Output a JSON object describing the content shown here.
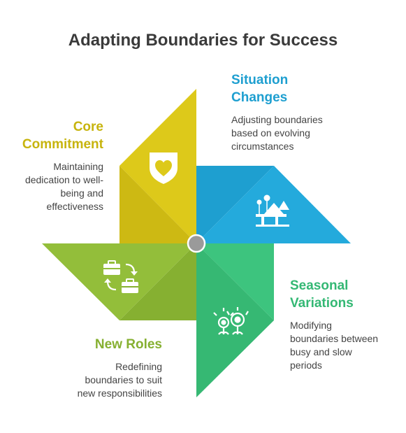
{
  "title": "Adapting Boundaries for Success",
  "colors": {
    "core": "#DDC91A",
    "situation": "#24AADC",
    "seasonal": "#3DC47E",
    "roles": "#93BE3A",
    "hub": "#9a9a9a",
    "icon": "#ffffff"
  },
  "sections": {
    "situation": {
      "heading_line1": "Situation",
      "heading_line2": "Changes",
      "desc_line1": "Adjusting boundaries",
      "desc_line2": "based on evolving",
      "desc_line3": "circumstances",
      "icon": "landscape-icon"
    },
    "core": {
      "heading_line1": "Core",
      "heading_line2": "Commitment",
      "desc_line1": "Maintaining",
      "desc_line2": "dedication to well-",
      "desc_line3": "being and",
      "desc_line4": "effectiveness",
      "icon": "shield-heart-icon"
    },
    "seasonal": {
      "heading_line1": "Seasonal",
      "heading_line2": "Variations",
      "desc_line1": "Modifying",
      "desc_line2": "boundaries between",
      "desc_line3": "busy and slow",
      "desc_line4": "periods",
      "icon": "flowers-icon"
    },
    "roles": {
      "heading_line1": "New Roles",
      "desc_line1": "Redefining",
      "desc_line2": "boundaries to suit",
      "desc_line3": "new responsibilities",
      "icon": "briefcase-swap-icon"
    }
  }
}
